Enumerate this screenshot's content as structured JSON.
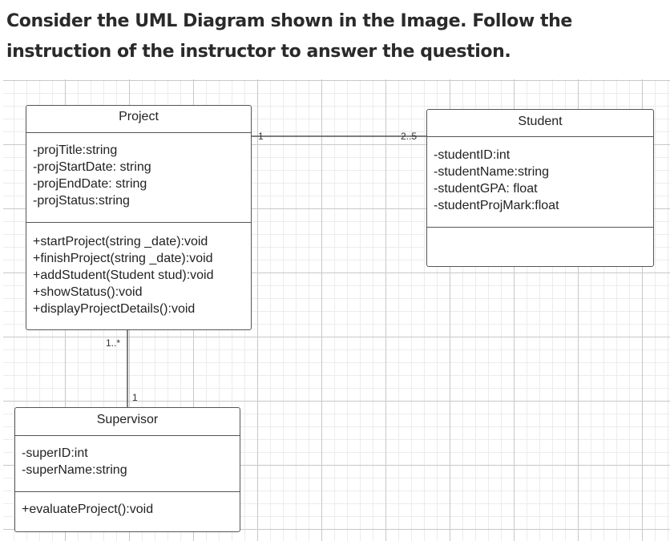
{
  "question": "Consider the UML Diagram shown in the Image. Follow the instruction of the instructor to answer the question.",
  "classes": {
    "project": {
      "name": "Project",
      "attributes": [
        "-projTitle:string",
        "-projStartDate: string",
        "-projEndDate: string",
        "-projStatus:string"
      ],
      "methods": [
        "+startProject(string _date):void",
        "+finishProject(string _date):void",
        "+addStudent(Student stud):void",
        "+showStatus():void",
        "+displayProjectDetails():void"
      ]
    },
    "student": {
      "name": "Student",
      "attributes": [
        "-studentID:int",
        "-studentName:string",
        "-studentGPA: float",
        "-studentProjMark:float"
      ],
      "methods": []
    },
    "supervisor": {
      "name": "Supervisor",
      "attributes": [
        "-superID:int",
        "-superName:string"
      ],
      "methods": [
        "+evaluateProject():void"
      ]
    }
  },
  "associations": {
    "project_student": {
      "project_end": "1",
      "student_end": "2..5"
    },
    "project_supervisor": {
      "project_end": "1..*",
      "supervisor_end": "1"
    }
  }
}
